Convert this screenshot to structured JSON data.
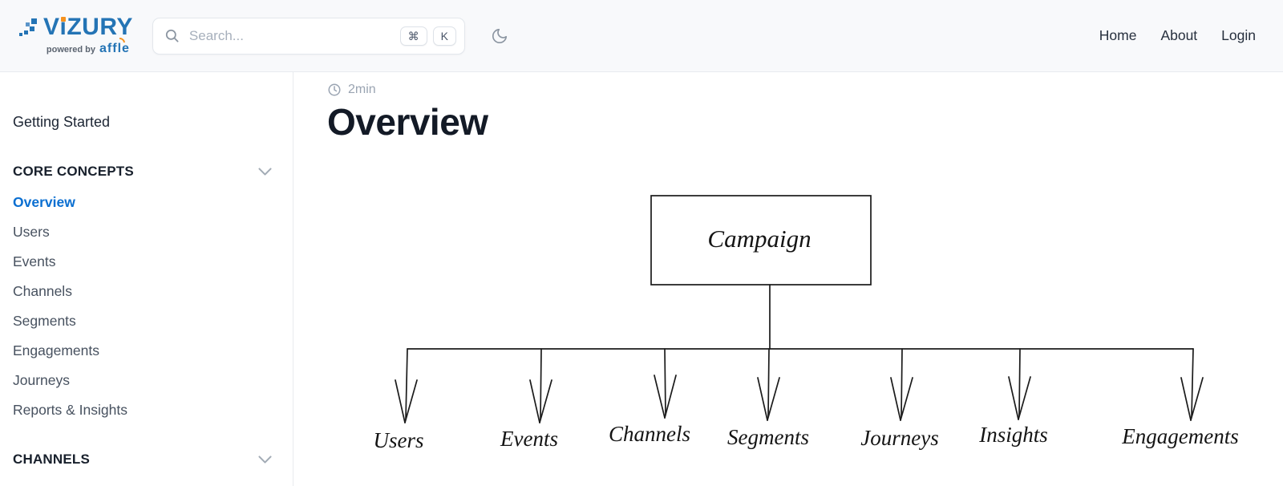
{
  "header": {
    "logo": {
      "brand_v": "V",
      "brand_i": "i",
      "brand_rest": "ZURY",
      "powered_by": "powered by",
      "powered_brand": "affle"
    },
    "search": {
      "placeholder": "Search...",
      "kbd_cmd": "⌘",
      "kbd_k": "K"
    },
    "nav": [
      {
        "label": "Home"
      },
      {
        "label": "About"
      },
      {
        "label": "Login"
      }
    ]
  },
  "sidebar": {
    "top_link": "Getting Started",
    "sections": [
      {
        "title": "CORE CONCEPTS",
        "active_item": "Overview",
        "items": [
          "Overview",
          "Users",
          "Events",
          "Channels",
          "Segments",
          "Engagements",
          "Journeys",
          "Reports & Insights"
        ]
      },
      {
        "title": "CHANNELS",
        "items": []
      }
    ]
  },
  "main": {
    "read_time": "2min",
    "title": "Overview"
  },
  "diagram": {
    "root": "Campaign",
    "children": [
      "Users",
      "Events",
      "Channels",
      "Segments",
      "Journeys",
      "Insights",
      "Engagements"
    ]
  },
  "colors": {
    "brand_blue": "#2474b5",
    "brand_orange": "#f6921e",
    "active_link_blue": "#0b6fd1",
    "header_bg": "#f8f9fb",
    "border_gray": "#e8ebef",
    "muted_text": "#9aa4b2",
    "diagram_ink": "#1b1b1b"
  }
}
